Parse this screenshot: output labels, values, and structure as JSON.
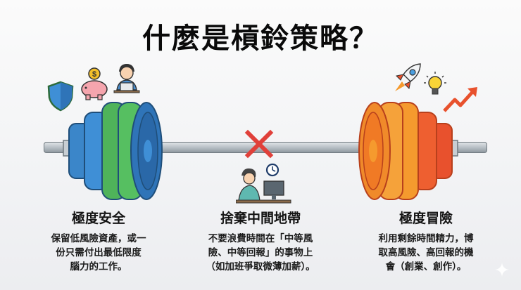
{
  "title": "什麼是槓鈴策略？",
  "left": {
    "heading": "極度安全",
    "lines": [
      "保留低風險資產，或一",
      "份只需付出最低限度",
      "腦力的工作。"
    ],
    "icons": [
      "shield-icon",
      "piggy-bank-icon",
      "office-worker-icon"
    ],
    "colors": {
      "blue": "#3b86c9",
      "green": "#4fb35a",
      "outline": "#1f4e79"
    }
  },
  "middle": {
    "heading": "捨棄中間地帶",
    "lines": [
      "不要浪費時間在「中等風",
      "險、中等回報」的事物上",
      "（如加班爭取微薄加薪）。"
    ],
    "icons": [
      "red-x-icon",
      "clock-icon",
      "tired-worker-icon"
    ],
    "colors": {
      "x": "#e0403a",
      "bar": "#b9c1c7"
    }
  },
  "right": {
    "heading": "極度冒險",
    "lines": [
      "利用剩餘時間精力，博",
      "取高風險、高回報的機",
      "會（創業、創作）。"
    ],
    "icons": [
      "rocket-icon",
      "lightbulb-icon",
      "trend-up-arrow-icon"
    ],
    "colors": {
      "orange": "#f59a2e",
      "red": "#e8512d",
      "outline": "#b8401c"
    }
  },
  "watermark": "sparkle-icon"
}
